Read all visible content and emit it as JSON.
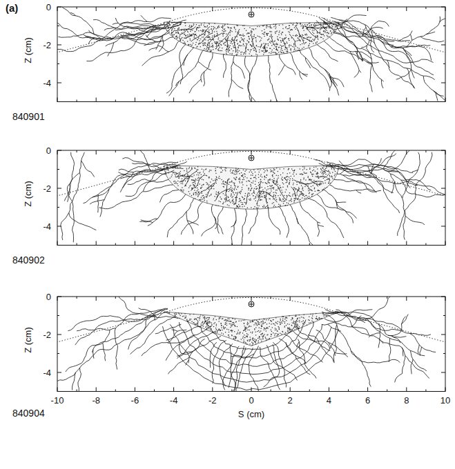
{
  "diagram": {
    "labels": [
      "(a)",
      "0",
      "-2",
      "-4",
      "Z (cm)",
      "840901",
      "0",
      "-2",
      "-4",
      "Z (cm)",
      "840902",
      "0",
      "-2",
      "-4",
      "Z (cm)",
      "-10",
      "-8",
      "-6",
      "-4",
      "-2",
      "0",
      "2",
      "4",
      "6",
      "8",
      "10",
      "S (cm)",
      "840904"
    ]
  }
}
